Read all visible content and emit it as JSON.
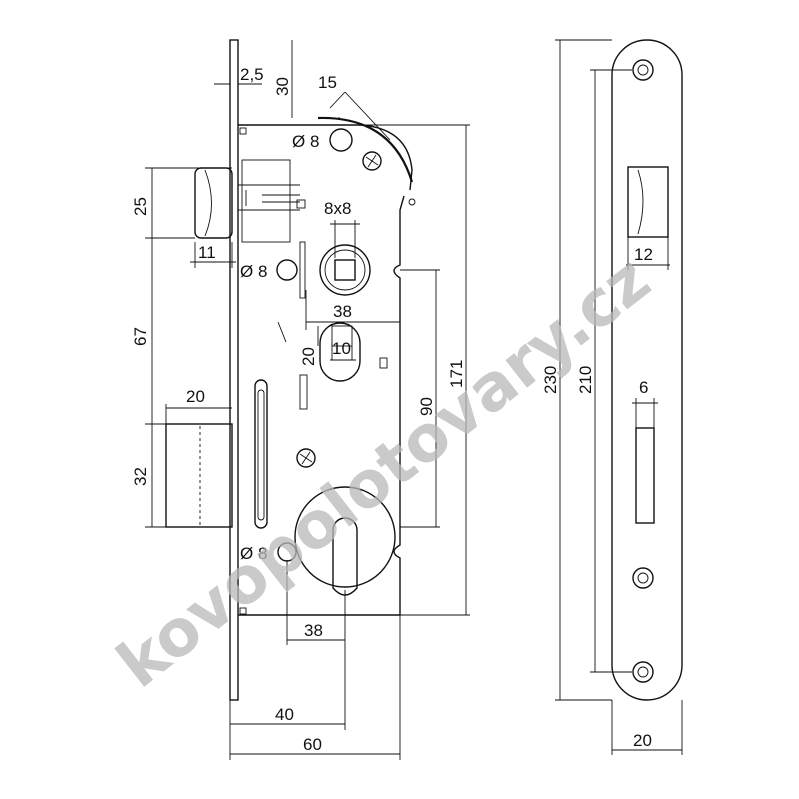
{
  "watermark": "kovopolotovary.cz",
  "dimensions": {
    "faceplate_thickness": "2,5",
    "top_offset": "30",
    "angle": "15",
    "hole_top": "Ø 8",
    "square": "8x8",
    "hole_mid": "Ø 8",
    "square_offset": "38",
    "slot_height": "20",
    "slot_width": "10",
    "latch_height": "25",
    "latch_projection": "11",
    "latch_to_bolt": "67",
    "bolt_projection": "20",
    "bolt_height": "32",
    "hole_bottom": "Ø 8",
    "cylinder_offset": "38",
    "backset": "40",
    "case_depth": "60",
    "handle_to_cylinder": "90",
    "case_height": "171",
    "plate_length": "230",
    "screw_spacing": "210",
    "strike_width": "12",
    "strike_slot": "6",
    "plate_width": "20"
  }
}
